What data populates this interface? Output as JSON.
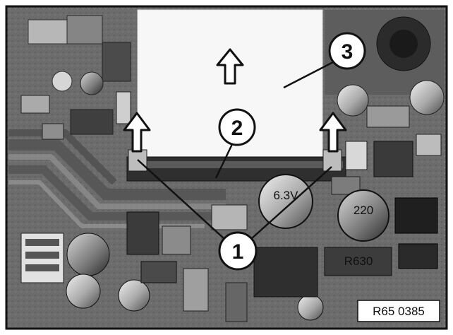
{
  "callouts": [
    {
      "label": "1"
    },
    {
      "label": "2"
    },
    {
      "label": "3"
    }
  ],
  "reference_code": "R65 0385",
  "component_markings": {
    "left_capacitor_text": "6.3V",
    "right_capacitor_text": "220",
    "ic_text": "R630"
  },
  "colors": {
    "photo_dark": "#3a3a3a",
    "photo_mid": "#7a7a7a",
    "photo_light": "#c8c8c8",
    "module_white": "#f7f7f7",
    "callout_fill": "#ffffff",
    "outline": "#111111"
  }
}
